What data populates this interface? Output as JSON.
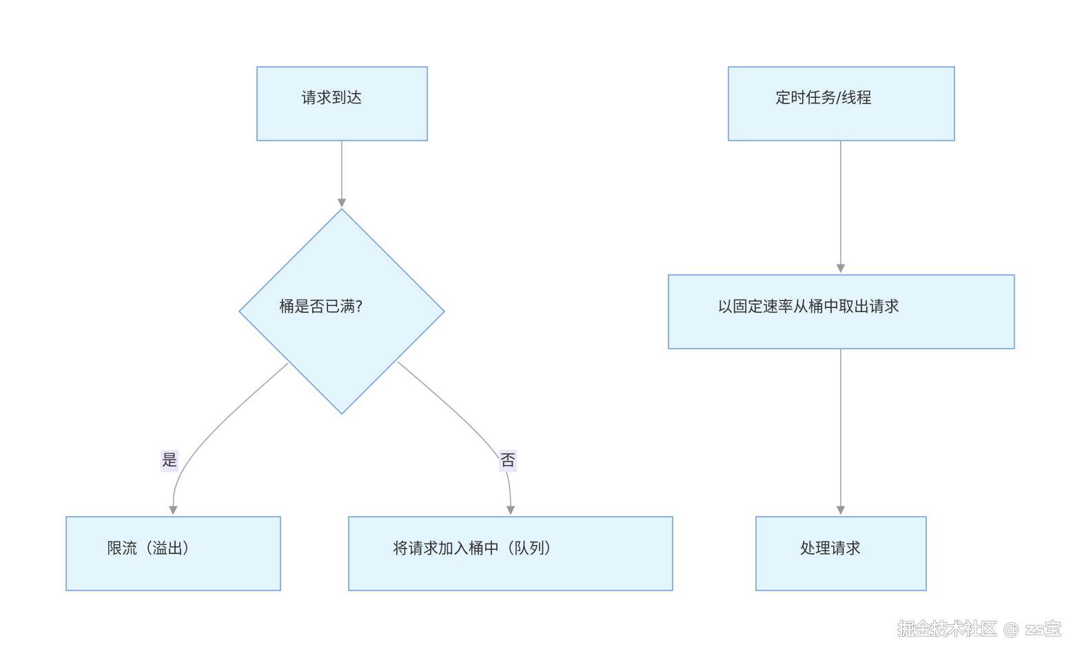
{
  "diagram": {
    "nodes": {
      "request_arrives": "请求到达",
      "is_bucket_full": "桶是否已满?",
      "rate_limit_overflow": "限流（溢出）",
      "add_to_bucket_queue": "将请求加入桶中（队列）",
      "timer_task": "定时任务/线程",
      "fetch_at_fixed_rate": "以固定速率从桶中取出请求",
      "process_request": "处理请求"
    },
    "edge_labels": {
      "yes": "是",
      "no": "否"
    }
  },
  "watermark": "掘金技术社区 @ zs宝",
  "colors": {
    "node_fill": "#e4f4fd",
    "node_stroke": "#6fa3e0",
    "edge": "#a6a6a6",
    "edge_label_bg": "#ece4f8",
    "text": "#333333"
  }
}
